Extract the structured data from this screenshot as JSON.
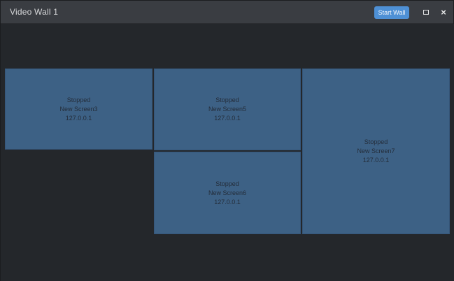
{
  "window": {
    "title": "Video Wall 1"
  },
  "titlebar": {
    "start_button_label": "Start Wall",
    "maximize_icon": "maximize-square",
    "close_icon": "×"
  },
  "screens": [
    {
      "status": "Stopped",
      "name": "New Screen3",
      "address": "127.0.0.1"
    },
    {
      "status": "Stopped",
      "name": "New Screen5",
      "address": "127.0.0.1"
    },
    {
      "status": "Stopped",
      "name": "New Screen6",
      "address": "127.0.0.1"
    },
    {
      "status": "Stopped",
      "name": "New Screen7",
      "address": "127.0.0.1"
    }
  ],
  "colors": {
    "titlebar_bg": "#3a3d42",
    "canvas_bg": "#24272b",
    "tile_bg": "#3d6185",
    "tile_text": "#242d3a",
    "accent_button": "#4e90d5",
    "title_text": "#d6d7d9"
  }
}
